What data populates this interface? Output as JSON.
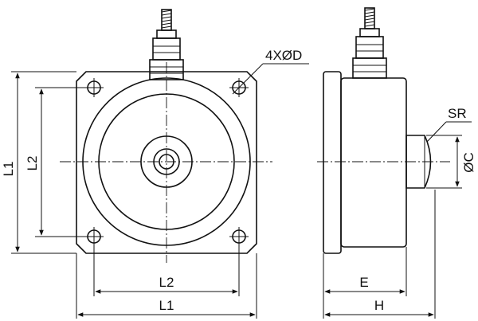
{
  "labels": {
    "hole_spec": "4XØD",
    "L1_vertical": "L1",
    "L2_vertical": "L2",
    "L2_horizontal": "L2",
    "L1_horizontal": "L1",
    "E": "E",
    "H": "H",
    "SR": "SR",
    "diameter_C": "ØC"
  }
}
